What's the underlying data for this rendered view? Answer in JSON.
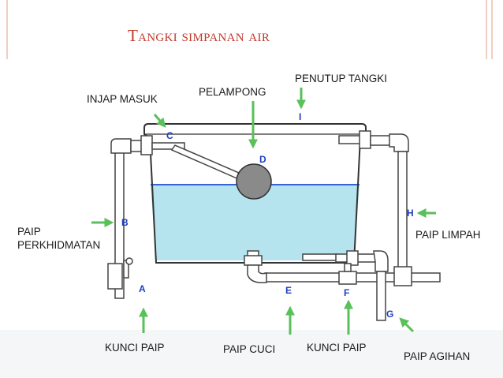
{
  "title": "Tangki simpanan air",
  "labels": {
    "injap_masuk": "INJAP MASUK",
    "pelampong": "PELAMPONG",
    "penutup_tangki": "PENUTUP TANGKI",
    "paip_perkhidmatan_1": "PAIP",
    "paip_perkhidmatan_2": "PERKHIDMATAN",
    "paip_limpah": "PAIP LIMPAH",
    "kunci_paip_left": "KUNCI PAIP",
    "paip_cuci": "PAIP CUCI",
    "kunci_paip_right": "KUNCI PAIP",
    "paip_agihan": "PAIP AGIHAN"
  },
  "letters": {
    "a": "A",
    "b": "B",
    "c": "C",
    "d": "D",
    "e": "E",
    "f": "F",
    "g": "G",
    "h": "H",
    "i": "I"
  },
  "colors": {
    "title": "#c0392b",
    "water": "#b6e4ee",
    "waterline": "#1e4fd0",
    "arrow": "#5ac05a",
    "letter": "#1f3fbf",
    "outline": "#333333",
    "float": "#8a8a8a"
  }
}
